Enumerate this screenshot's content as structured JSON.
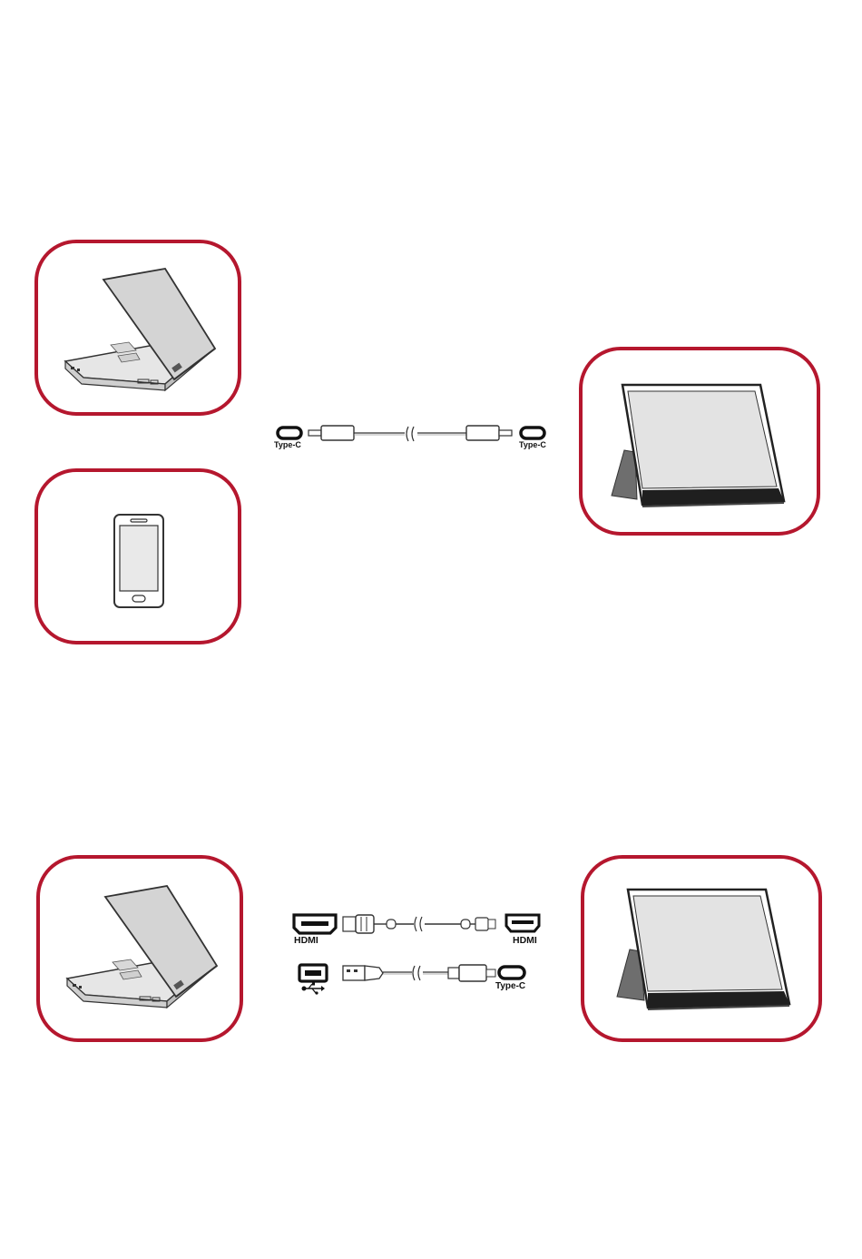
{
  "diagram": {
    "frame_color": "#b5172e",
    "devices": [
      {
        "id": "laptop-top",
        "icon": "laptop-icon"
      },
      {
        "id": "phone",
        "icon": "smartphone-icon"
      },
      {
        "id": "monitor-top",
        "icon": "portable-monitor-icon"
      },
      {
        "id": "laptop-bottom",
        "icon": "laptop-icon"
      },
      {
        "id": "monitor-bottom",
        "icon": "portable-monitor-icon"
      }
    ],
    "cables": {
      "typec_cable": {
        "left_label": "Type-C",
        "right_label": "Type-C"
      },
      "hdmi_cable": {
        "left_label": "HDMI",
        "right_label": "HDMI"
      },
      "usb_cable": {
        "left_icon": "usb-icon",
        "right_label": "Type-C"
      }
    }
  }
}
